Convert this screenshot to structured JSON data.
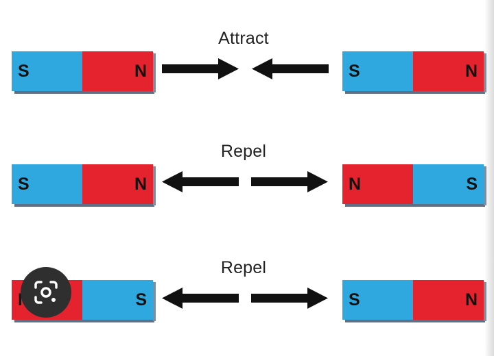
{
  "colors": {
    "south_blue": "#2fa8e0",
    "north_red": "#e4232e",
    "arrow": "#111111"
  },
  "rows": [
    {
      "label": "Attract",
      "left_magnet": [
        "S",
        "N"
      ],
      "right_magnet": [
        "S",
        "N"
      ],
      "arrows": "inward"
    },
    {
      "label": "Repel",
      "left_magnet": [
        "S",
        "N"
      ],
      "right_magnet": [
        "N",
        "S"
      ],
      "arrows": "outward"
    },
    {
      "label": "Repel",
      "left_magnet": [
        "N",
        "S"
      ],
      "right_magnet": [
        "S",
        "N"
      ],
      "arrows": "outward"
    }
  ],
  "overlay": {
    "icon": "google-lens-icon"
  }
}
